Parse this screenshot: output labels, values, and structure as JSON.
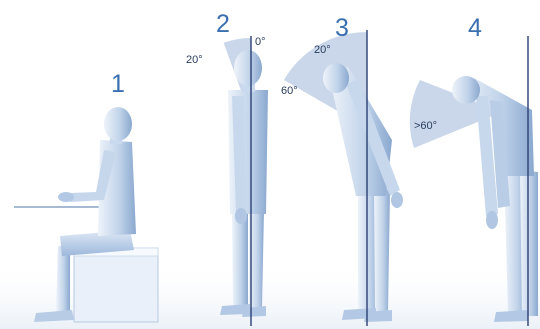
{
  "colors": {
    "body_light": "#e4edf8",
    "body_mid": "#b9cde6",
    "body_dark": "#7c9cc6",
    "sector_fill": "#9fb7d8",
    "reference_line": "#2b3f73",
    "label_number": "#3a6fb0",
    "label_angle": "#2a3e5c"
  },
  "postures": [
    {
      "number": "1",
      "angles": []
    },
    {
      "number": "2",
      "angles": [
        "20°",
        "0°"
      ]
    },
    {
      "number": "3",
      "angles": [
        "20°",
        "60°"
      ]
    },
    {
      "number": "4",
      "angles": [
        ">60°"
      ]
    }
  ]
}
